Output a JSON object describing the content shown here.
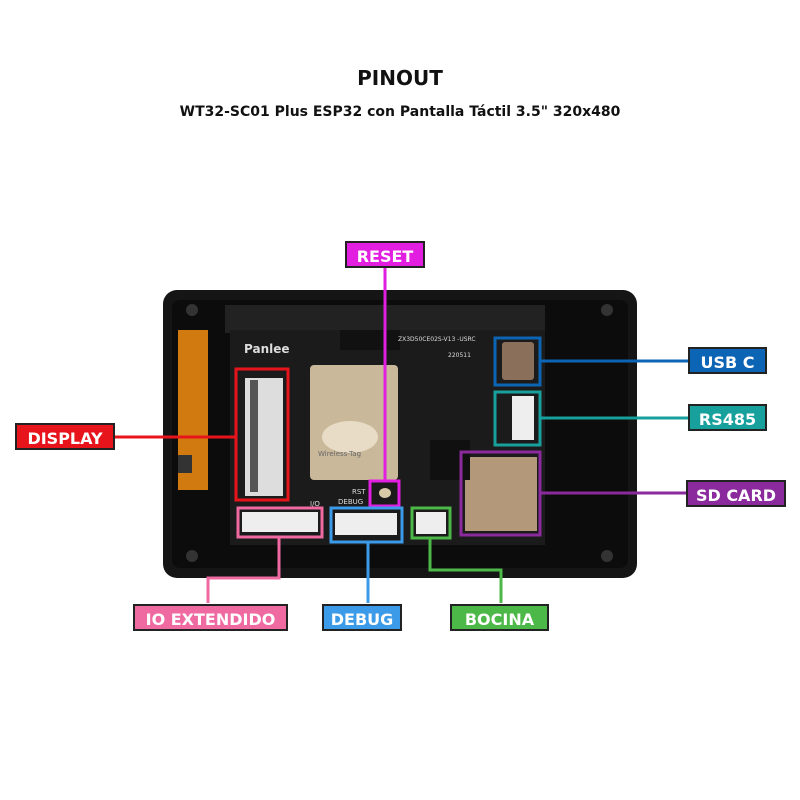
{
  "title": "PINOUT",
  "subtitle": "WT32-SC01 Plus ESP32 con Pantalla Táctil 3.5\" 320x480",
  "board": {
    "brand": "Panlee",
    "model": "ZX3D50CE02S-V13 -USRC",
    "date": "220511",
    "module": "Wireless-Tag",
    "silk_rst": "RST",
    "silk_debug": "DEBUG",
    "silk_io": "I/O"
  },
  "labels": {
    "reset": {
      "text": "RESET",
      "color": "#e21ee0"
    },
    "display": {
      "text": "DISPLAY",
      "color": "#e8141c"
    },
    "usbc": {
      "text": "USB C",
      "color": "#0c64b4"
    },
    "rs485": {
      "text": "RS485",
      "color": "#17a09c"
    },
    "sdcard": {
      "text": "SD CARD",
      "color": "#8b2a9c"
    },
    "io": {
      "text": "IO EXTENDIDO",
      "color": "#f06aa2"
    },
    "debug": {
      "text": "DEBUG",
      "color": "#3b9be8"
    },
    "bocina": {
      "text": "BOCINA",
      "color": "#4cb848"
    }
  }
}
